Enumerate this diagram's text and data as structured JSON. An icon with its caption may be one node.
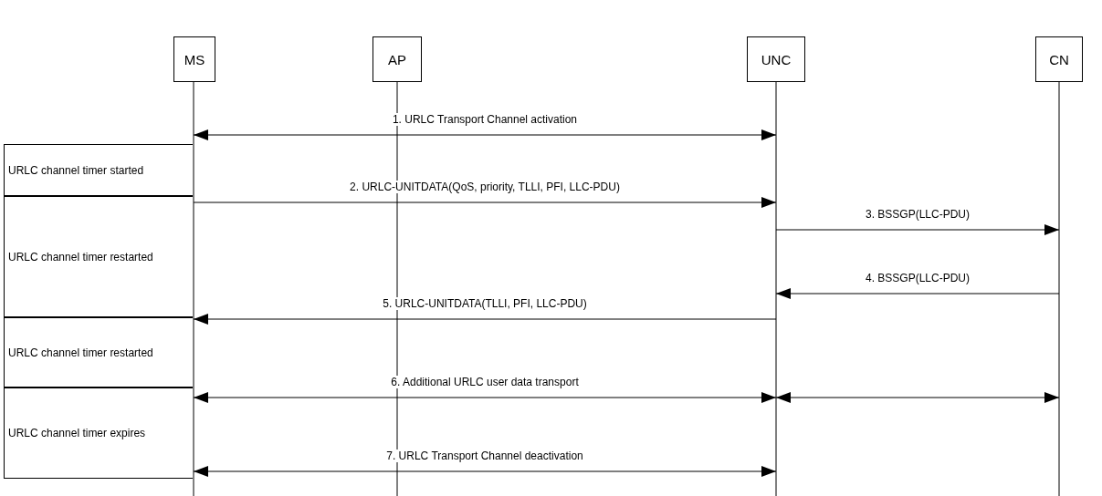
{
  "diagram": {
    "nodes": [
      {
        "text": [
          "MS"
        ]
      },
      {
        "text": [
          "AP"
        ]
      },
      {
        "text": [
          "UNC"
        ]
      },
      {
        "text": [
          "CN"
        ]
      },
      {
        "text": [
          "URLC channel timer started"
        ]
      },
      {
        "text": [
          "URLC channel timer restarted"
        ]
      },
      {
        "text": [
          "URLC channel timer restarted"
        ]
      },
      {
        "text": [
          "URLC channel timer expires"
        ]
      }
    ],
    "edges": [
      {
        "from": 0,
        "to": 2,
        "arrow": "both",
        "label": "1. URLC Transport Channel activation"
      },
      {
        "from": 0,
        "to": 2,
        "arrow": "to",
        "label": "2. URLC-UNITDATA(QoS, priority, TLLI, PFI, LLC-PDU)"
      },
      {
        "from": 2,
        "to": 3,
        "arrow": "to",
        "label": "3. BSSGP(LLC-PDU)"
      },
      {
        "from": 3,
        "to": 2,
        "arrow": "to",
        "label": "4. BSSGP(LLC-PDU)"
      },
      {
        "from": 2,
        "to": 0,
        "arrow": "to",
        "label": "5. URLC-UNITDATA(TLLI, PFI, LLC-PDU)"
      },
      {
        "from": 0,
        "to": 2,
        "arrow": "both",
        "label": "6. Additional URLC user data transport"
      },
      {
        "from": 2,
        "to": 3,
        "arrow": "both"
      },
      {
        "from": 0,
        "to": 2,
        "arrow": "both",
        "label": "7. URLC Transport Channel deactivation"
      }
    ]
  }
}
